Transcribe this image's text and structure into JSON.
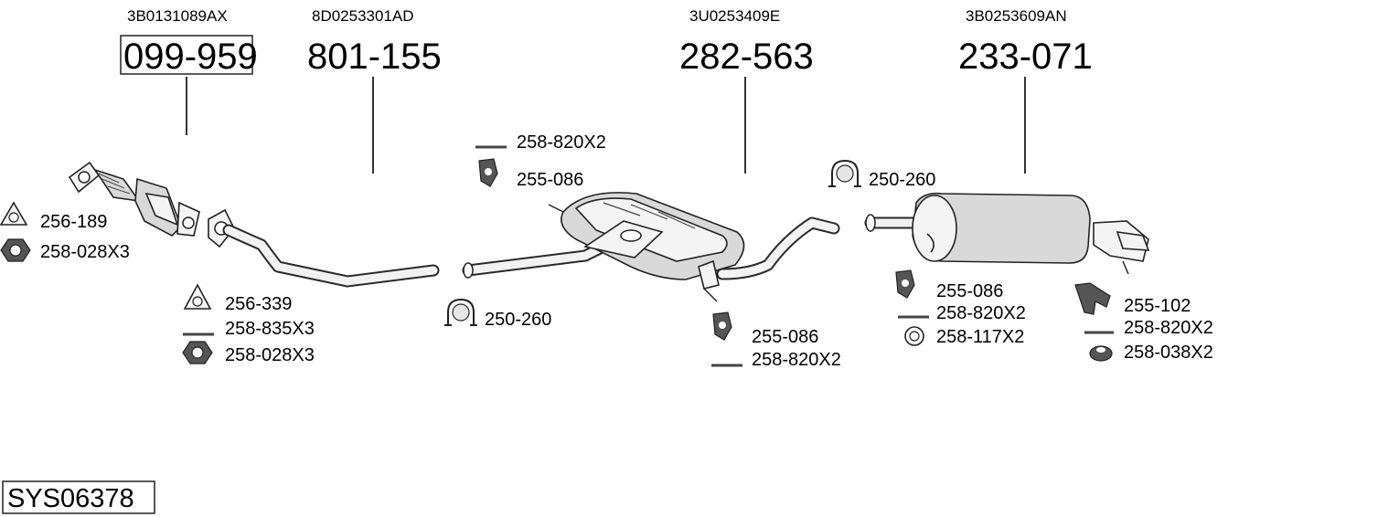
{
  "system_code": "SYS06378",
  "parts": [
    {
      "oem": "3B0131089AX",
      "number": "099-959",
      "boxed": true
    },
    {
      "oem": "8D0253301AD",
      "number": "801-155",
      "boxed": false
    },
    {
      "oem": "3U0253409E",
      "number": "282-563",
      "boxed": false
    },
    {
      "oem": "3B0253609AN",
      "number": "233-071",
      "boxed": false
    }
  ],
  "accessories": {
    "g1": {
      "a": "256-189",
      "b": "258-028X3"
    },
    "g2": {
      "a": "256-339",
      "b": "258-835X3",
      "c": "258-028X3"
    },
    "g3": {
      "a": "250-260"
    },
    "g4": {
      "a": "258-820X2",
      "b": "255-086"
    },
    "g5": {
      "a": "255-086",
      "b": "258-820X2"
    },
    "g6": {
      "a": "250-260"
    },
    "g7": {
      "a": "255-086",
      "b": "258-820X2",
      "c": "258-117X2"
    },
    "g8": {
      "a": "255-102",
      "b": "258-820X2",
      "c": "258-038X2"
    }
  },
  "icons": [
    "gasket-icon",
    "hex-nut-icon",
    "bolt-icon",
    "clamp-icon",
    "rubber-hanger-icon",
    "washer-ring-icon",
    "flange-nut-icon",
    "bracket-icon"
  ]
}
